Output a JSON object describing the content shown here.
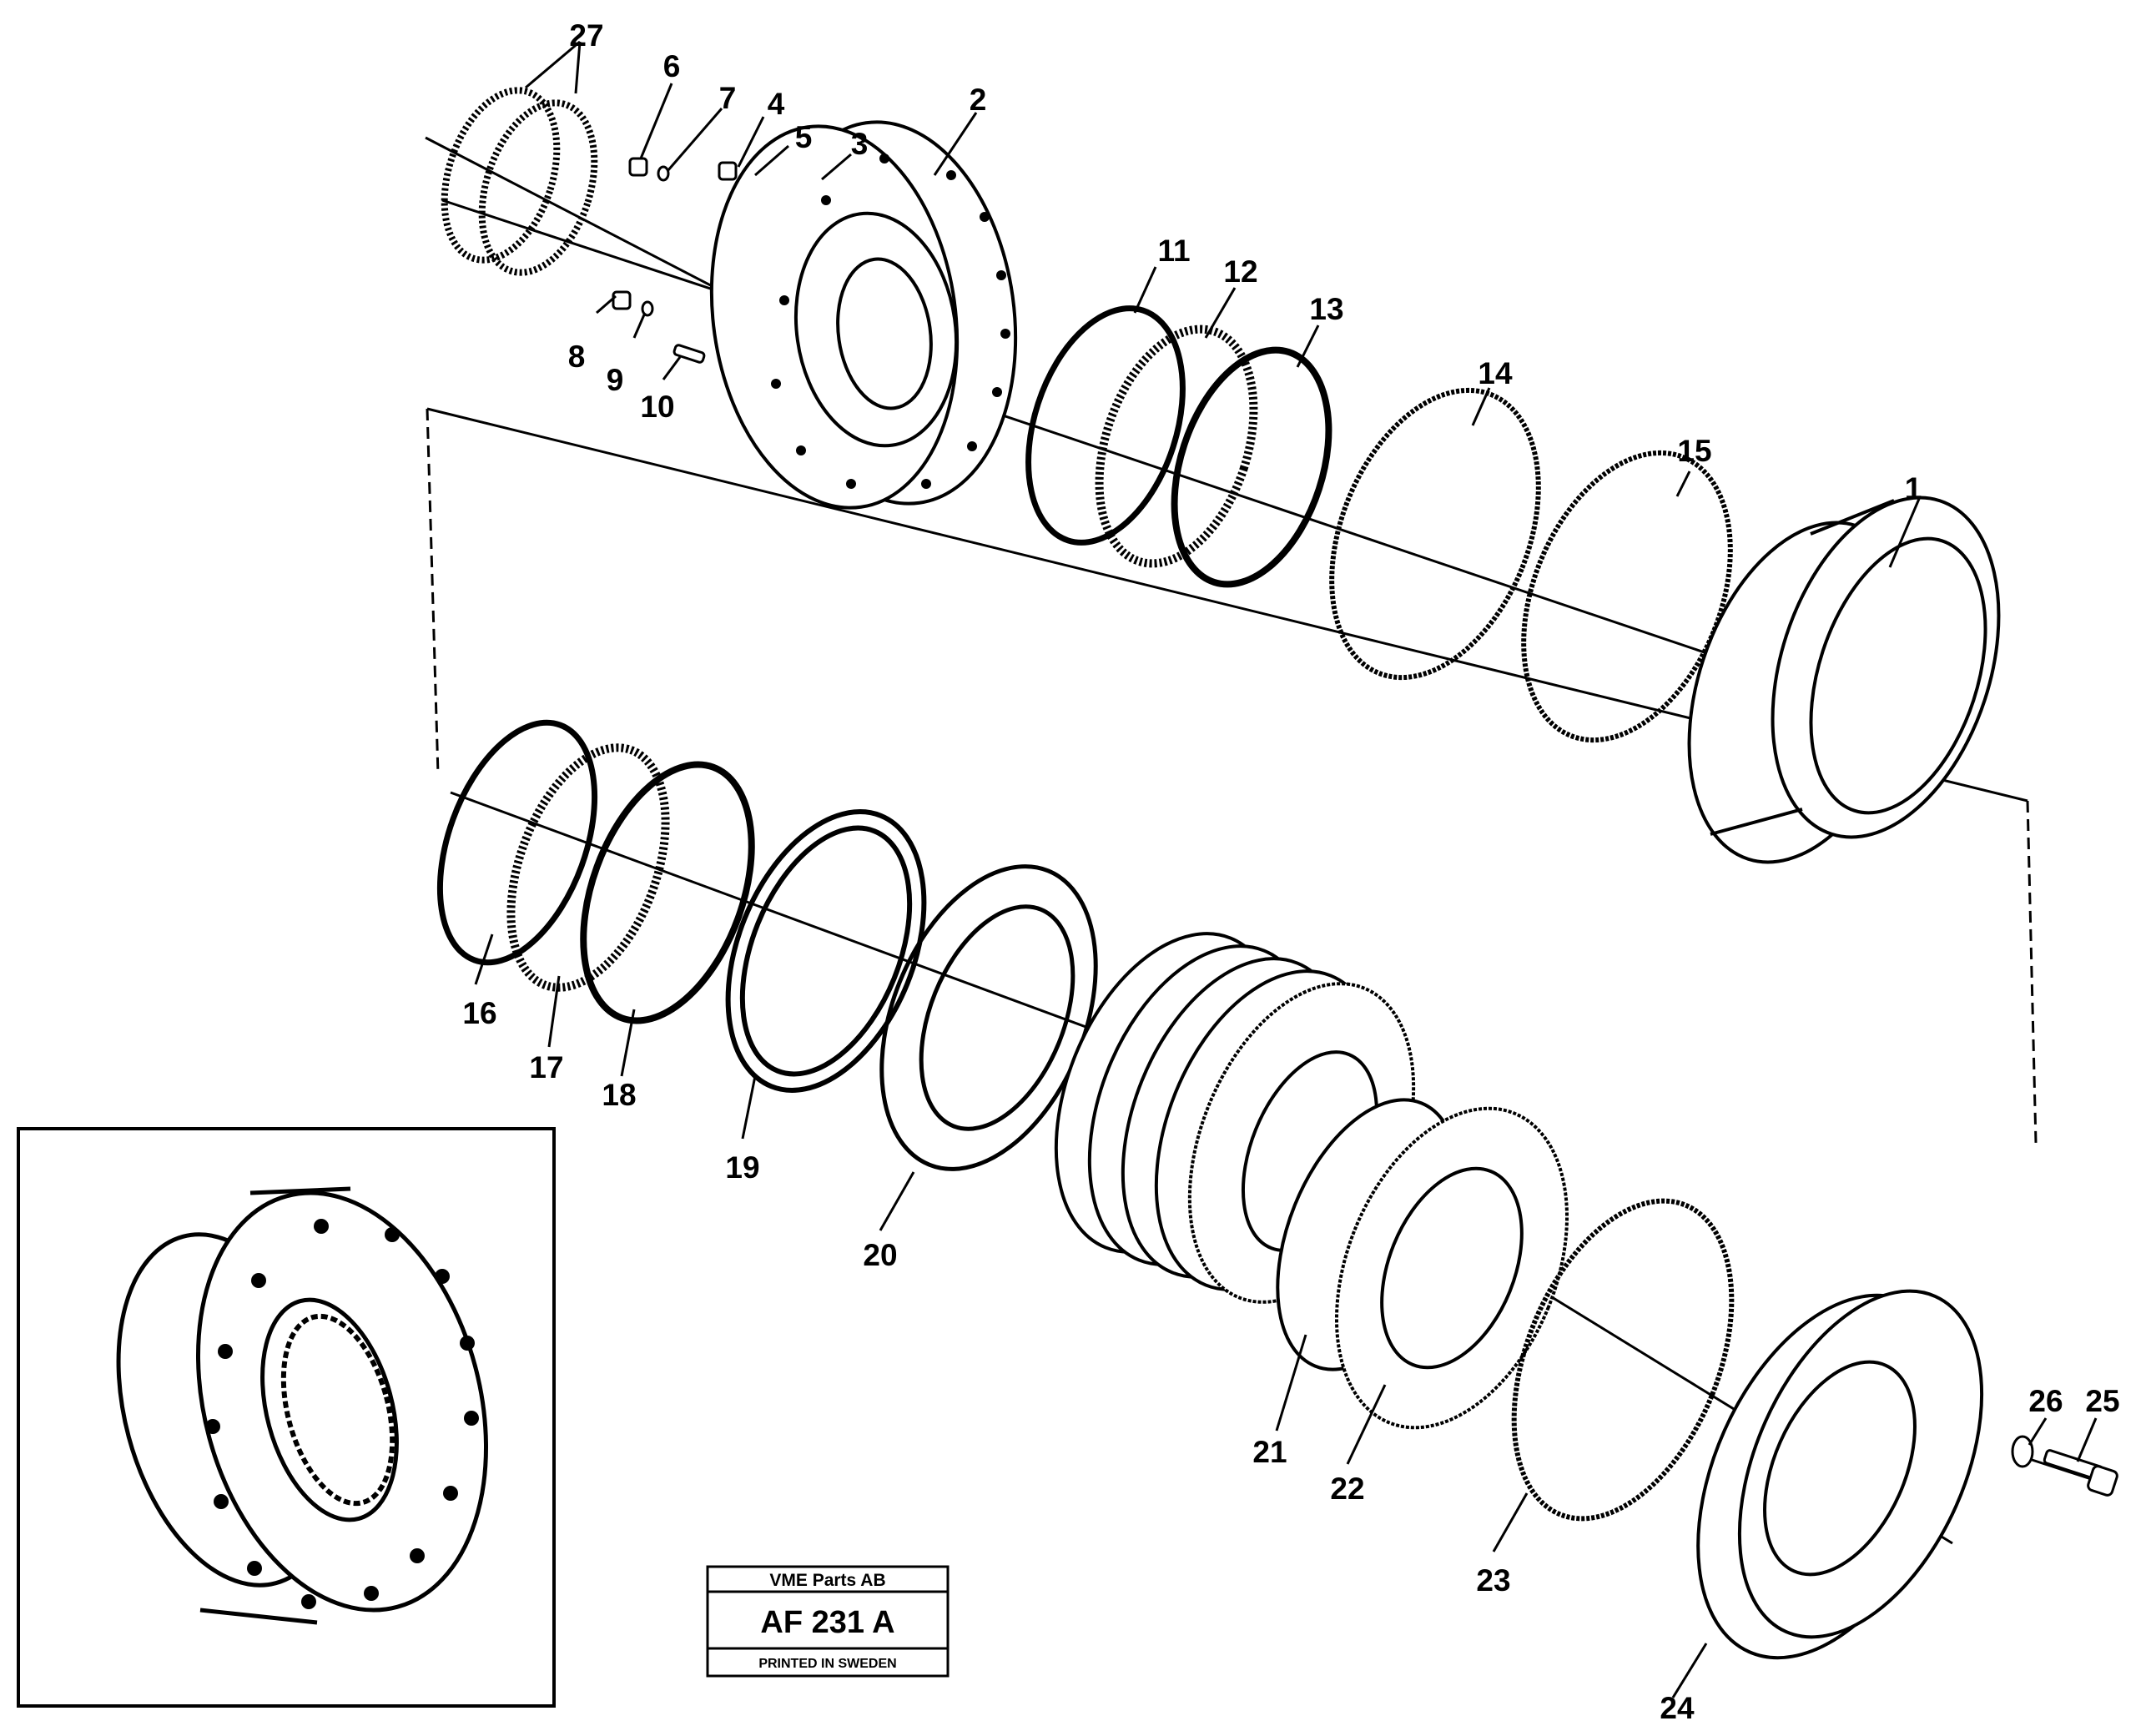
{
  "plate": {
    "company": "VME Parts AB",
    "code": "AF 231 A",
    "printed": "PRINTED IN SWEDEN"
  },
  "callouts": [
    "1",
    "2",
    "3",
    "4",
    "5",
    "6",
    "7",
    "8",
    "9",
    "10",
    "11",
    "12",
    "13",
    "14",
    "15",
    "16",
    "17",
    "18",
    "19",
    "20",
    "21",
    "22",
    "23",
    "24",
    "25",
    "26",
    "27"
  ]
}
